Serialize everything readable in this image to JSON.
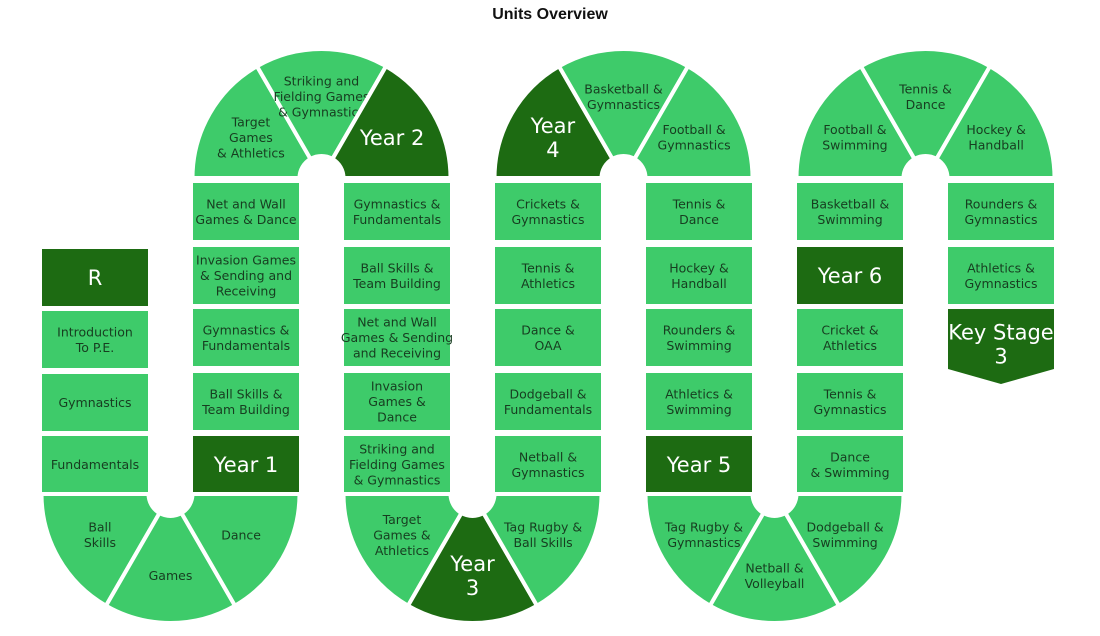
{
  "title": "Units Overview",
  "colors": {
    "light": "#3ecb6a",
    "dark": "#1d6b12",
    "text_dark_bg": "#ffffff",
    "text_light_bg": "#173d20",
    "gap": "#ffffff"
  },
  "columns": [
    {
      "id": "reception",
      "bottom_wedges": [
        "Ball\nSkills",
        "Games",
        "Dance"
      ],
      "cells": [
        "R",
        "Introduction\nTo P.E.",
        "Gymnastics",
        "Fundamentals"
      ]
    },
    {
      "id": "year1",
      "cells": [
        "Net and Wall\nGames & Dance",
        "Invasion Games\n& Sending and\nReceiving",
        "Gymnastics &\nFundamentals",
        "Ball Skills &\nTeam Building",
        "Year 1"
      ]
    },
    {
      "id": "year2",
      "top_wedges": [
        "Target\nGames\n& Athletics",
        "Striking and\nFielding Games\n& Gymnastics",
        "Year 2"
      ],
      "cells": [
        "Gymnastics &\nFundamentals",
        "Ball Skills &\nTeam Building",
        "Net and Wall\nGames & Sending\nand Receiving",
        "Invasion\nGames &\nDance",
        "Striking and\nFielding Games\n& Gymnastics"
      ]
    },
    {
      "id": "year3",
      "bottom_wedges": [
        "Target\nGames &\nAthletics",
        "Year\n3",
        "Tag Rugby &\nBall Skills"
      ],
      "cells": [
        "Crickets &\nGymnastics",
        "Tennis &\nAthletics",
        "Dance &\nOAA",
        "Dodgeball &\nFundamentals",
        "Netball &\nGymnastics"
      ]
    },
    {
      "id": "year4",
      "top_wedges": [
        "Year\n4",
        "Basketball &\nGymnastics",
        "Football &\nGymnastics"
      ],
      "cells": [
        "Tennis &\nDance",
        "Hockey &\nHandball",
        "Rounders &\nSwimming",
        "Athletics &\nSwimming",
        "Year 5"
      ]
    },
    {
      "id": "year5",
      "bottom_wedges": [
        "Tag Rugby &\nGymnastics",
        "Netball &\nVolleyball",
        "Dodgeball &\nSwimming"
      ],
      "cells": [
        "Basketball &\nSwimming",
        "Year 6",
        "Cricket &\nAthletics",
        "Tennis &\nGymnastics",
        "Dance\n& Swimming"
      ]
    },
    {
      "id": "year6",
      "top_wedges": [
        "Football &\nSwimming",
        "Tennis &\nDance",
        "Hockey &\nHandball"
      ],
      "cells": [
        "Rounders &\nGymnastics",
        "Athletics &\nGymnastics"
      ],
      "end": "Key Stage\n3"
    }
  ],
  "dark_labels": [
    "R",
    "Year 1",
    "Year 2",
    "Year\n3",
    "Year\n4",
    "Year 5",
    "Year 6",
    "Key Stage\n3"
  ]
}
